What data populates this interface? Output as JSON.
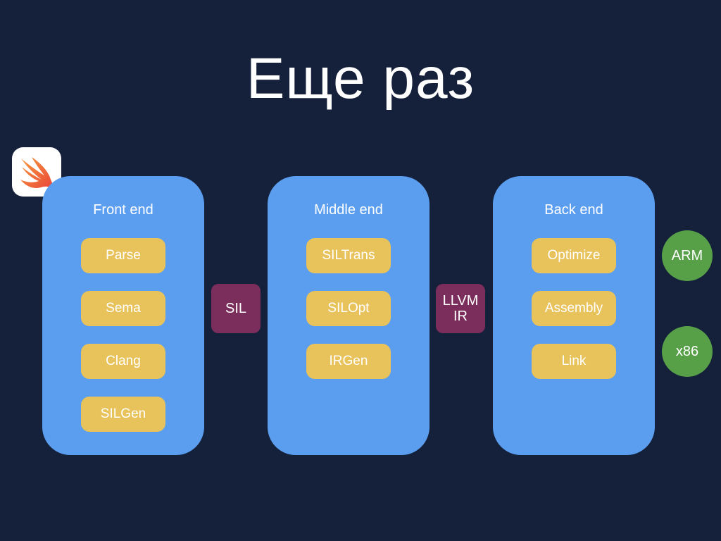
{
  "slide": {
    "title": "Еще раз",
    "logo_icon": "swift-logo-icon",
    "colors": {
      "background": "#15203a",
      "panel": "#5b9ef0",
      "step": "#e8c25a",
      "ir": "#7b2d5c",
      "target": "#57a048"
    }
  },
  "stages": [
    {
      "title": "Front end",
      "steps": [
        "Parse",
        "Sema",
        "Clang",
        "SILGen"
      ]
    },
    {
      "title": "Middle end",
      "steps": [
        "SILTrans",
        "SILOpt",
        "IRGen"
      ]
    },
    {
      "title": "Back end",
      "steps": [
        "Optimize",
        "Assembly",
        "Link"
      ]
    }
  ],
  "intermediate": {
    "sil": "SIL",
    "llvm_line1": "LLVM",
    "llvm_line2": "IR"
  },
  "targets": [
    "ARM",
    "x86"
  ]
}
